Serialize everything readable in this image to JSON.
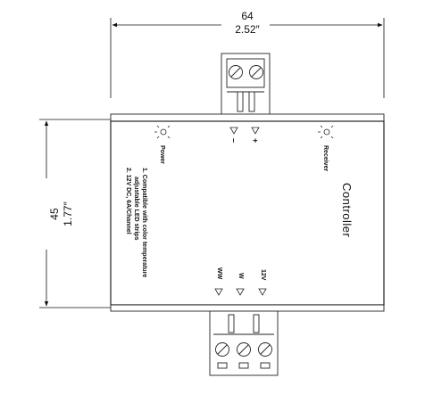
{
  "dimensions": {
    "width_mm": "64",
    "width_in": "2.52″",
    "height_mm": "45",
    "height_in": "1.77″"
  },
  "indicators": {
    "power": "Power",
    "receiver": "Receiver"
  },
  "input_terminals": {
    "minus": "–",
    "plus": "+"
  },
  "output_terminals": {
    "ww": "WW",
    "w": "W",
    "v12": "12V"
  },
  "product_title": "Controller",
  "notes": [
    "1. Compatible with color temperature",
    "adjustable LED strips",
    "2. 12V DC, 6A/Channel"
  ],
  "icons": [
    "led-icon",
    "triangle-marker-icon",
    "screw-terminal-icon"
  ]
}
